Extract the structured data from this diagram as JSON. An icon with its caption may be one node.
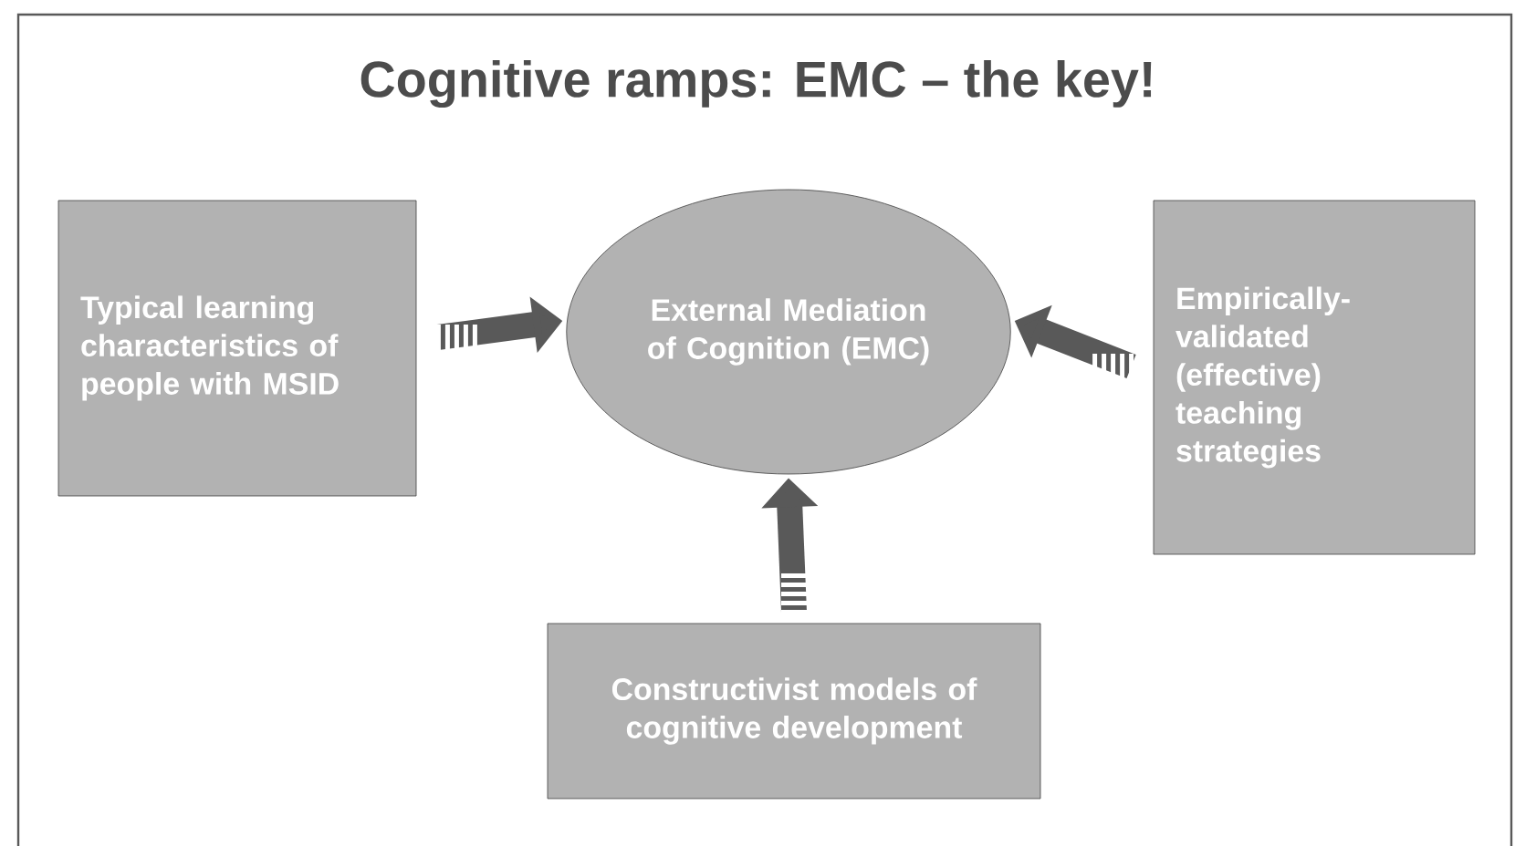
{
  "diagram": {
    "title": "Cognitive ramps: EMC – the key!",
    "nodes": [
      {
        "text": [
          "Typical learning characteristics of people with MSID"
        ]
      },
      {
        "text": [
          "External Mediation of Cognition (EMC)"
        ]
      },
      {
        "text": [
          "Empirically-validated (effective) teaching strategies"
        ]
      },
      {
        "text": [
          "Constructivist models of cognitive development"
        ]
      }
    ],
    "edges": [
      {
        "from": 0,
        "to": 1,
        "arrow": "to"
      },
      {
        "from": 2,
        "to": 1,
        "arrow": "to"
      },
      {
        "from": 3,
        "to": 1,
        "arrow": "to"
      }
    ]
  }
}
